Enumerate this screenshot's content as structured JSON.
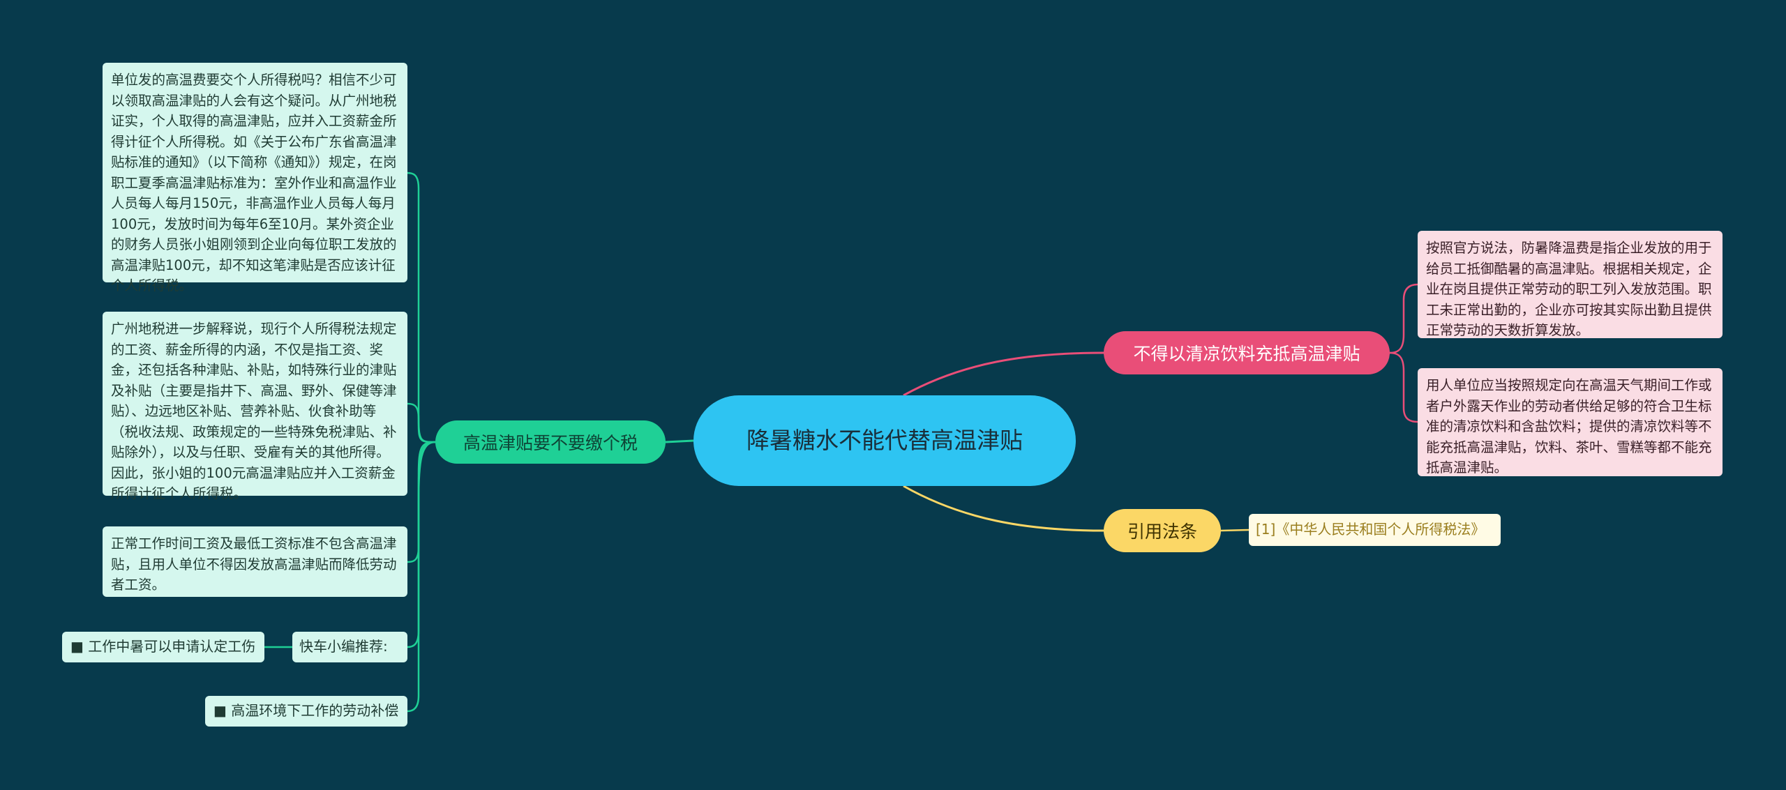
{
  "root": {
    "title": "降暑糖水不能代替高温津贴"
  },
  "branches": {
    "left": {
      "label": "高温津贴要不要缴个税",
      "notes": [
        "单位发的高温费要交个人所得税吗？相信不少可以领取高温津贴的人会有这个疑问。从广州地税证实，个人取得的高温津贴，应并入工资薪金所得计征个人所得税。如《关于公布广东省高温津贴标准的通知》（以下简称《通知》）规定，在岗职工夏季高温津贴标准为：室外作业和高温作业人员每人每月150元，非高温作业人员每人每月100元，发放时间为每年6至10月。某外资企业的财务人员张小姐刚领到企业向每位职工发放的高温津贴100元，却不知这笔津贴是否应该计征个人所得税。",
        "广州地税进一步解释说，现行个人所得税法规定的工资、薪金所得的内涵，不仅是指工资、奖金，还包括各种津贴、补贴，如特殊行业的津贴及补贴（主要是指井下、高温、野外、保健等津贴）、边远地区补贴、营养补贴、伙食补助等（税收法规、政策规定的一些特殊免税津贴、补贴除外），以及与任职、受雇有关的其他所得。因此，张小姐的100元高温津贴应并入工资薪金所得计征个人所得税。",
        "正常工作时间工资及最低工资标准不包含高温津贴，且用人单位不得因发放高温津贴而降低劳动者工资。"
      ],
      "recommend_label": "快车小编推荐:",
      "recommend_items": [
        "■ 工作中暑可以申请认定工伤",
        "■ 高温环境下工作的劳动补偿"
      ]
    },
    "red": {
      "label": "不得以清凉饮料充抵高温津贴",
      "notes": [
        "按照官方说法，防暑降温费是指企业发放的用于给员工抵御酷暑的高温津贴。根据相关规定，企业在岗且提供正常劳动的职工列入发放范围。职工未正常出勤的，企业亦可按其实际出勤且提供正常劳动的天数折算发放。",
        "用人单位应当按照规定向在高温天气期间工作或者户外露天作业的劳动者供给足够的符合卫生标准的清凉饮料和含盐饮料；提供的清凉饮料等不能充抵高温津贴，饮料、茶叶、雪糕等都不能充抵高温津贴。"
      ]
    },
    "yellow": {
      "label": "引用法条",
      "notes": [
        "[1]《中华人民共和国个人所得税法》"
      ]
    }
  },
  "colors": {
    "background": "#073a4c",
    "root": "#2ec4f2",
    "left_branch": "#1fd096",
    "red_branch": "#e94e78",
    "yellow_branch": "#fbd766"
  }
}
